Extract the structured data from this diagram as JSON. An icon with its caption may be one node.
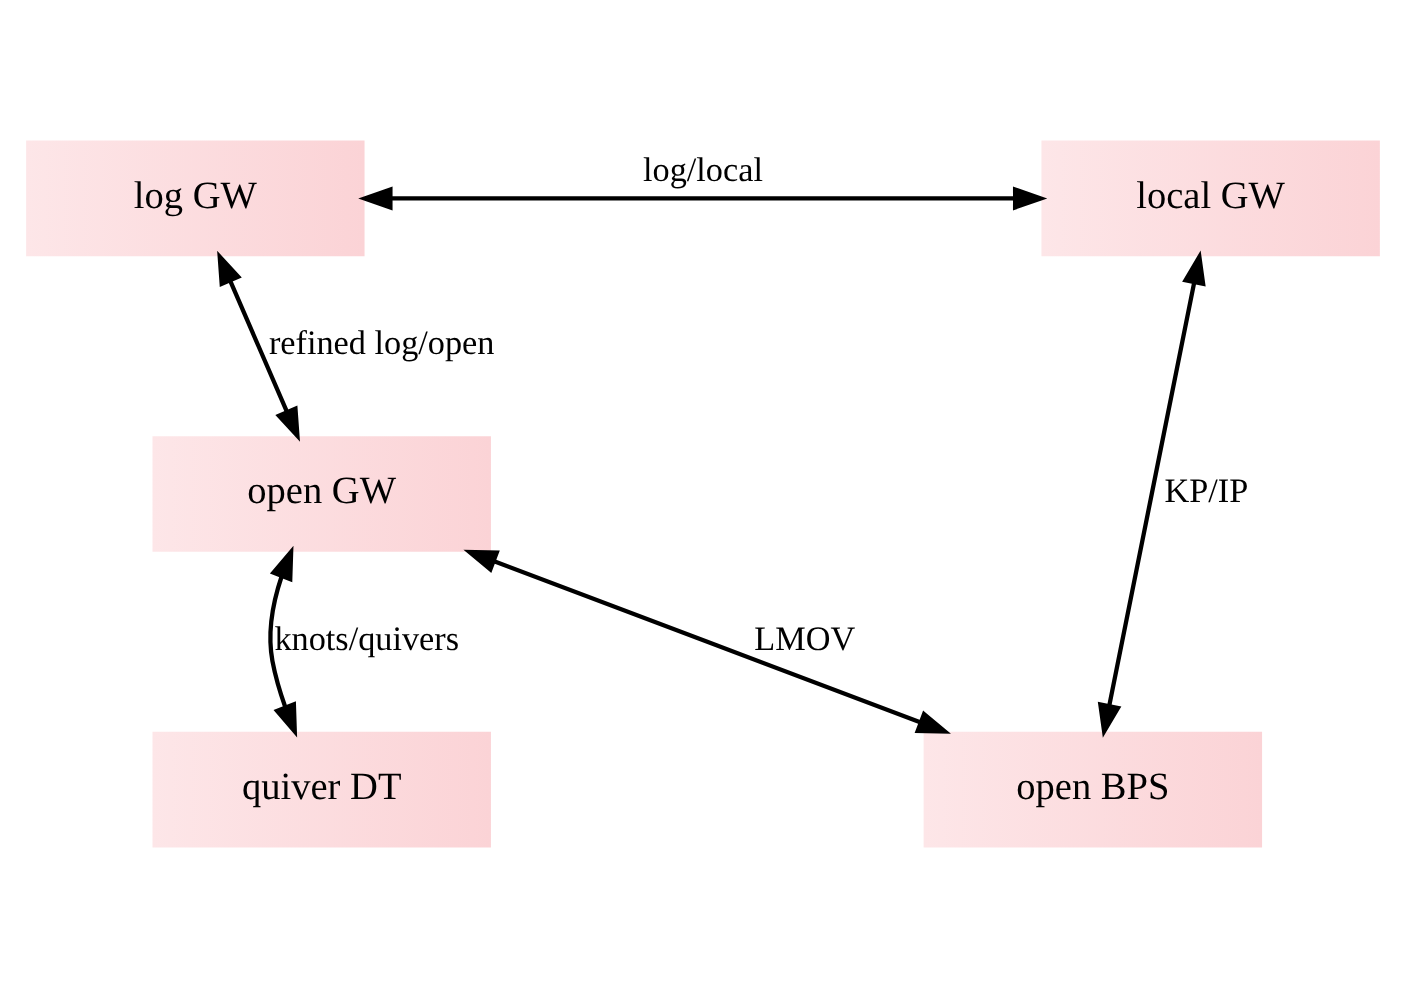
{
  "diagram": {
    "nodes": [
      {
        "text": [
          "log GW"
        ]
      },
      {
        "text": [
          "local GW"
        ]
      },
      {
        "text": [
          "open GW"
        ]
      },
      {
        "text": [
          "quiver DT"
        ]
      },
      {
        "text": [
          "open BPS"
        ]
      }
    ],
    "edges": [
      {
        "from": 0,
        "to": 1,
        "arrow": "both",
        "label": "log/local"
      },
      {
        "from": 0,
        "to": 2,
        "arrow": "both",
        "label": "refined log/open"
      },
      {
        "from": 2,
        "to": 3,
        "arrow": "both",
        "label": "knots/quivers"
      },
      {
        "from": 2,
        "to": 4,
        "arrow": "both",
        "label": "LMOV"
      },
      {
        "from": 1,
        "to": 4,
        "arrow": "both",
        "label": "KP/IP"
      }
    ]
  }
}
